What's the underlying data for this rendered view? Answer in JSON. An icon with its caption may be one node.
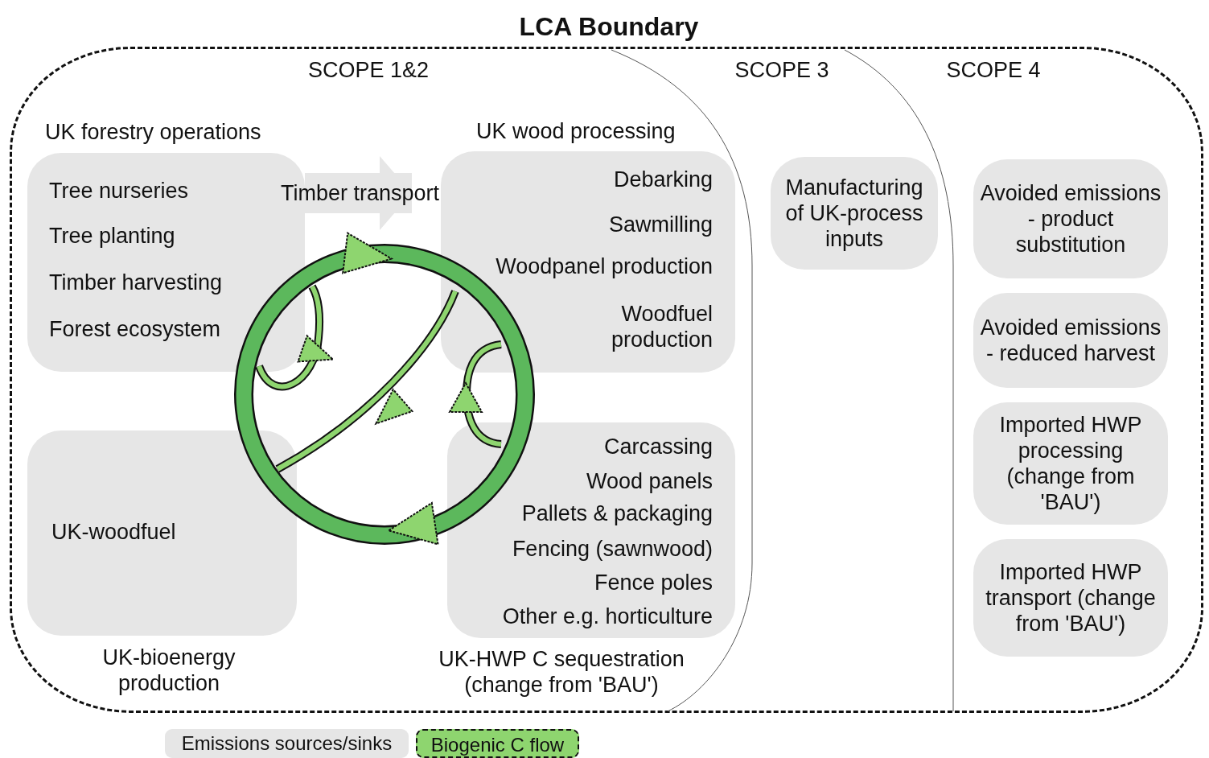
{
  "diagram": {
    "nodes": [
      {
        "text": [
          "LCA Boundary"
        ]
      },
      {
        "text": [
          "SCOPE 1&2"
        ],
        "in": 0
      },
      {
        "text": [
          "SCOPE 3"
        ],
        "in": 0
      },
      {
        "text": [
          "SCOPE 4"
        ],
        "in": 0
      },
      {
        "text": [
          "UK forestry operations",
          "Tree nurseries",
          "Tree planting",
          "Timber harvesting",
          "Forest ecosystem"
        ],
        "in": 1
      },
      {
        "text": [
          "UK wood processing",
          "Debarking",
          "Sawmilling",
          "Woodpanel production",
          "Woodfuel production"
        ],
        "in": 1
      },
      {
        "text": [
          "UK-woodfuel",
          "UK-bioenergy production"
        ],
        "in": 1
      },
      {
        "text": [
          "Carcassing",
          "Wood panels",
          "Pallets & packaging",
          "Fencing (sawnwood)",
          "Fence poles",
          "Other e.g. horticulture",
          "UK-HWP C sequestration (change from 'BAU')"
        ],
        "in": 1
      },
      {
        "text": [
          "Manufacturing of UK-process inputs"
        ],
        "in": 2
      },
      {
        "text": [
          "Avoided emissions - product substitution"
        ],
        "in": 3
      },
      {
        "text": [
          "Avoided emissions - reduced harvest"
        ],
        "in": 3
      },
      {
        "text": [
          "Imported HWP processing (change from 'BAU')"
        ],
        "in": 3
      },
      {
        "text": [
          "Imported HWP transport (change from 'BAU')"
        ],
        "in": 3
      }
    ],
    "edges": [
      {
        "from": 4,
        "to": 5,
        "arrow": "to",
        "label": "Timber transport",
        "color": "#e6e6e6"
      }
    ],
    "legend": [
      {
        "text": "Emissions sources/sinks",
        "color": "#e6e6e6"
      },
      {
        "text": "Biogenic C flow",
        "color": "#8ed56f"
      }
    ]
  }
}
